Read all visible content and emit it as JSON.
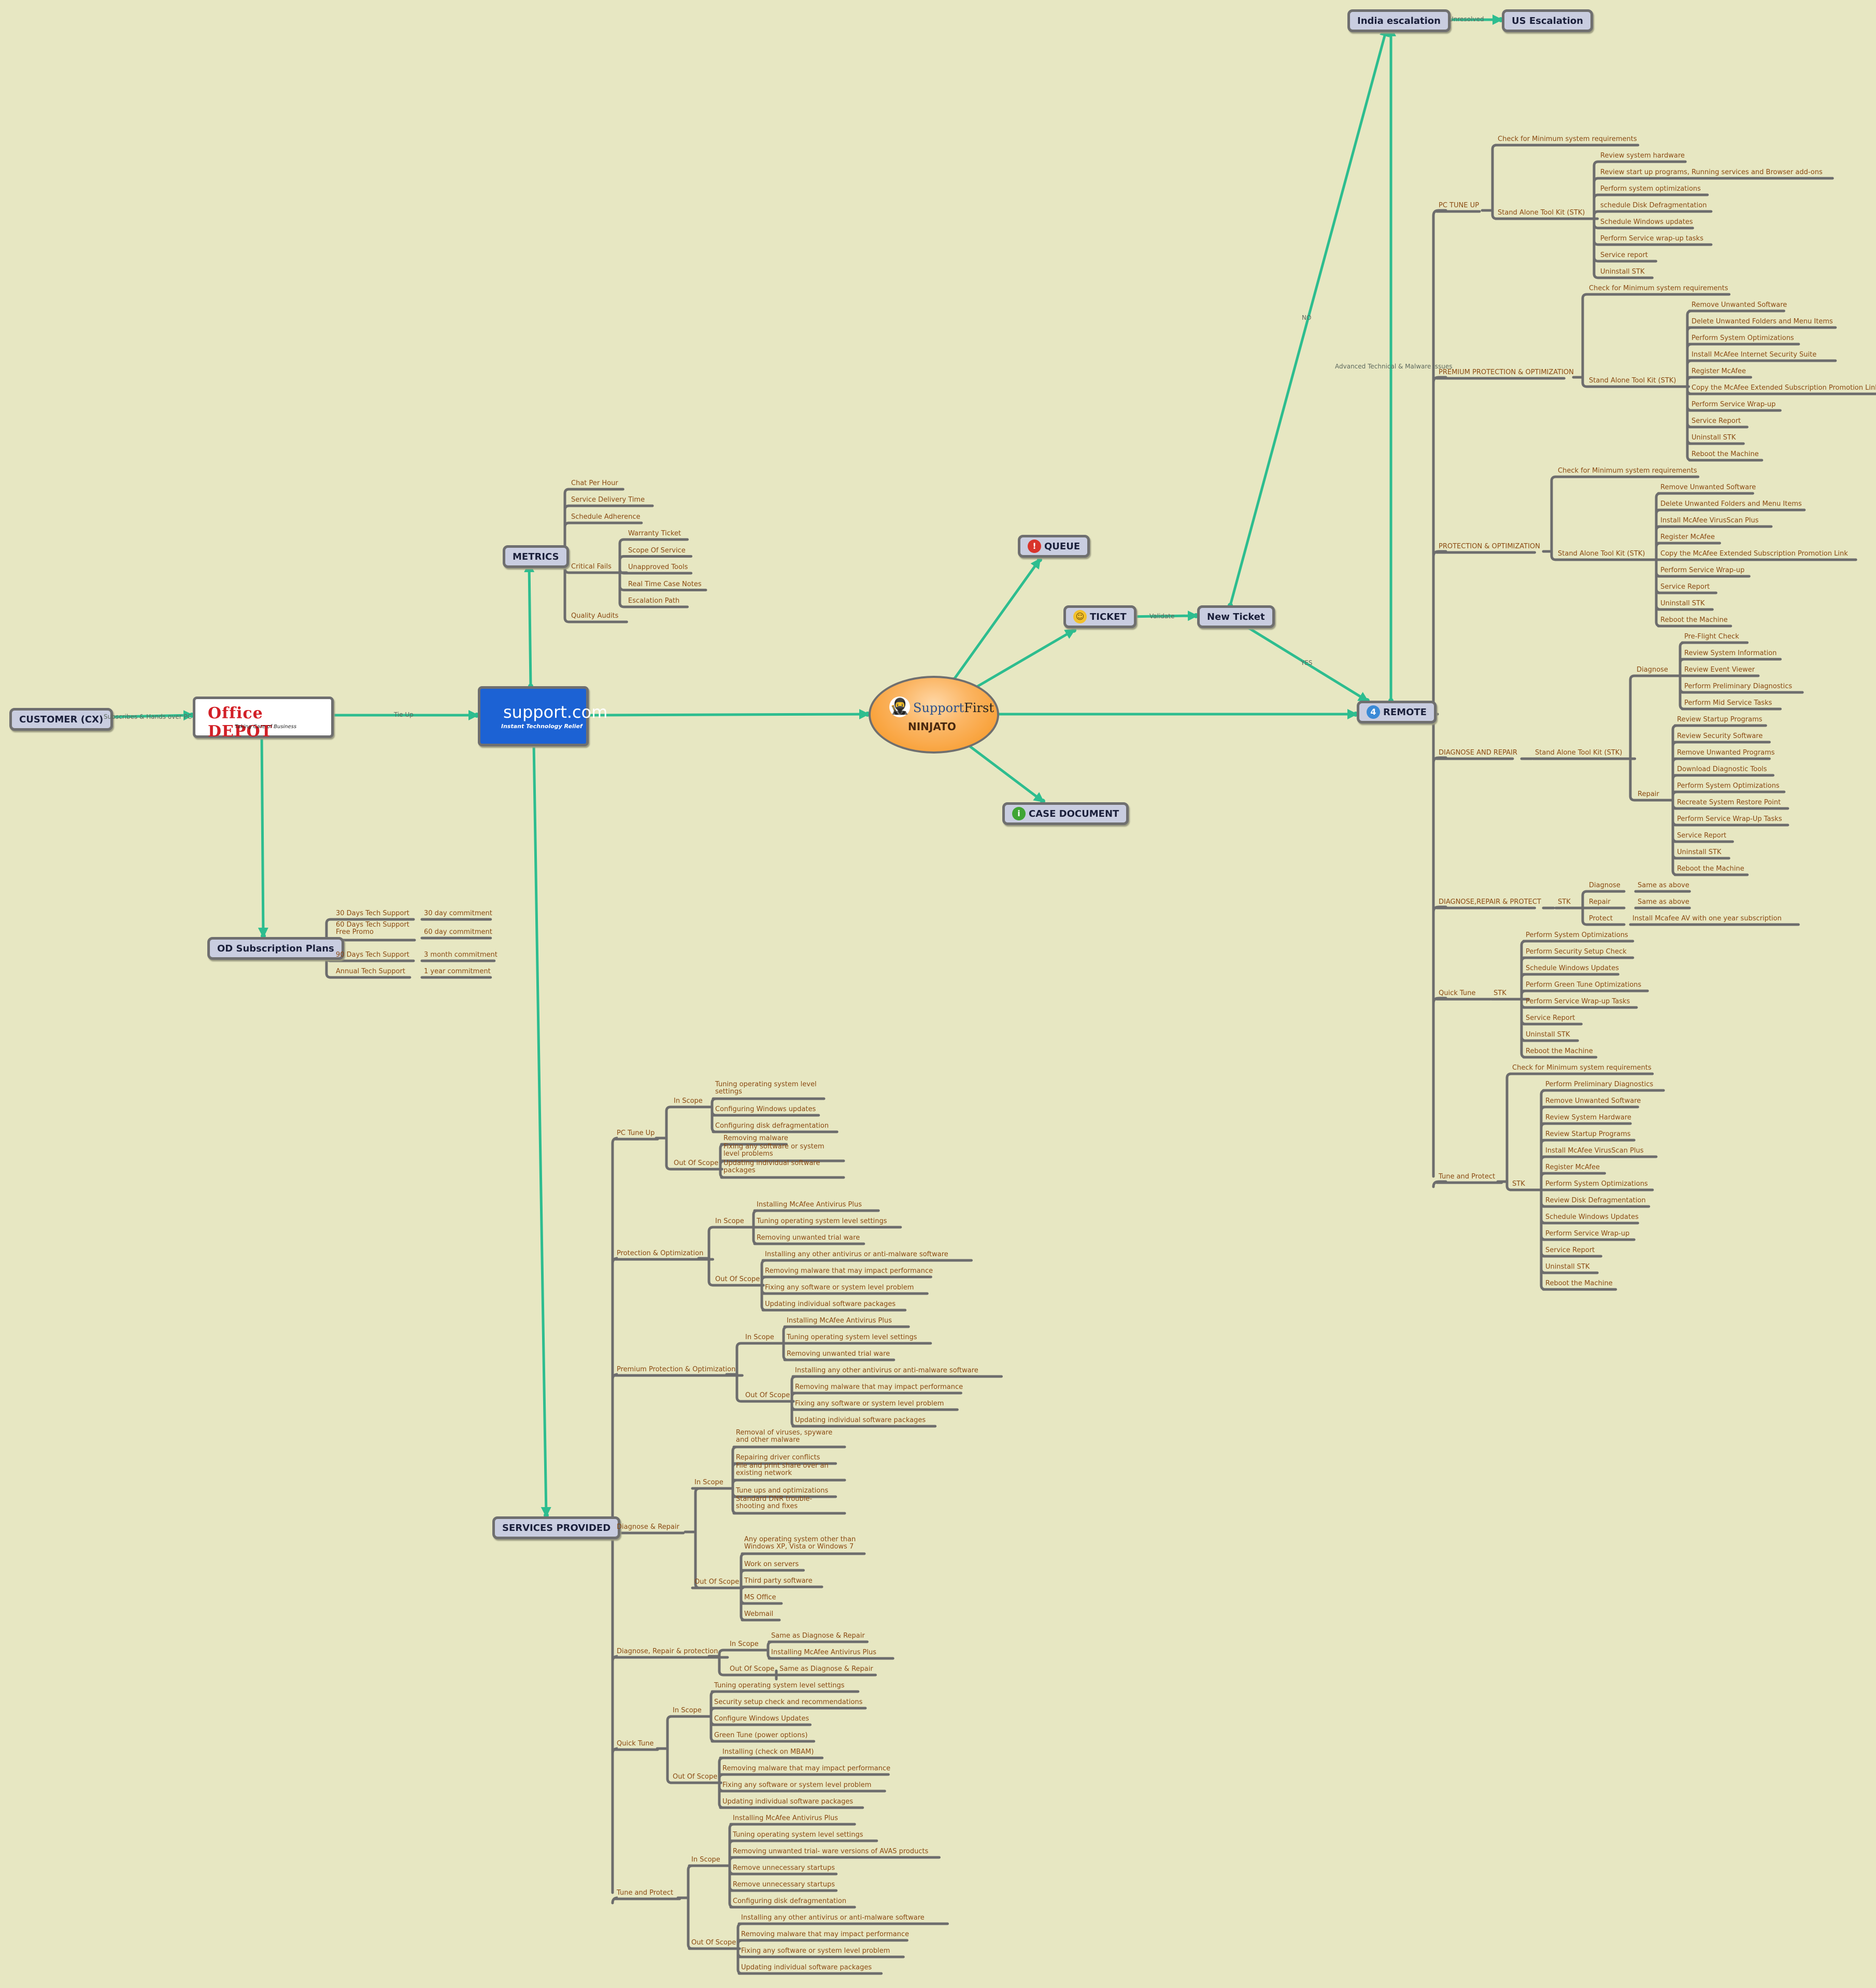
{
  "colors": {
    "edge": "#2dbd8f",
    "branch": "#6d6d6d",
    "leaf_text": "#8a4a12",
    "background": "#e7e7c2"
  },
  "icons": {
    "queue": "red-alert-icon",
    "ticket": "smiley-icon",
    "case_document": "green-info-icon",
    "remote": "blue-number-4-icon",
    "ninjato": "ninja-logo-icon"
  },
  "center": {
    "brand_a": "Support",
    "brand_b": "First",
    "sub": "NINJATO"
  },
  "nodes": {
    "customer": "CUSTOMER (CX)",
    "office_depot": "Office DEPOT",
    "office_depot_tagline": "Taking Care of Business",
    "support_com": "support.com",
    "support_com_tagline": "Instant Technology Relief",
    "metrics": "METRICS",
    "services": "SERVICES PROVIDED",
    "od_plans": "OD Subscription Plans",
    "queue": "QUEUE",
    "ticket": "TICKET",
    "case_document": "CASE DOCUMENT",
    "new_ticket": "New Ticket",
    "remote": "REMOTE",
    "india": "India escalation",
    "us": "US Escalation"
  },
  "edge_labels": {
    "subscribes": "Subscribes & Hands over PC",
    "tie_up": "Tie Up",
    "validate": "Validate",
    "yes": "YES",
    "no": "NO",
    "advanced": "Advanced Technical & Malware Issues",
    "unresolved": "Unresolved"
  },
  "metrics": {
    "items": [
      "Chat Per Hour",
      "Service Delivery Time",
      "Schedule Adherence",
      "Critical Fails",
      "Quality Audits"
    ],
    "critical_fails": [
      "Warranty Ticket",
      "Scope Of Service",
      "Unapproved Tools",
      "Real Time Case Notes",
      "Escalation Path"
    ]
  },
  "od_plans": [
    {
      "plan": "30 Days Tech Support",
      "term": "30 day commitment"
    },
    {
      "plan": "60 Days Tech Support Free Promo",
      "term": "60 day commitment"
    },
    {
      "plan": "90 Days Tech Support",
      "term": "3 month commitment"
    },
    {
      "plan": "Annual Tech Support",
      "term": "1 year commitment"
    }
  ],
  "remote": {
    "pc_tune_up": {
      "label": "PC TUNE UP",
      "check": "Check for Minimum system requirements",
      "stk": "Stand Alone Tool Kit (STK)",
      "stk_items": [
        "Review system hardware",
        "Review start up programs, Running services and Browser add-ons",
        "Perform system optimizations",
        "schedule Disk Defragmentation",
        "Schedule Windows updates",
        "Perform Service wrap-up tasks",
        "Service report",
        "Uninstall STK"
      ]
    },
    "premium": {
      "label": "PREMIUM PROTECTION & OPTIMIZATION",
      "check": "Check for Minimum system requirements",
      "stk": "Stand Alone Tool Kit (STK)",
      "stk_items": [
        "Remove Unwanted Software",
        "Delete Unwanted Folders and Menu Items",
        "Perform System Optimizations",
        "Install McAfee Internet Security Suite",
        "Register McAfee",
        "Copy the McAfee Extended Subscription Promotion Link",
        "Perform Service Wrap-up",
        "Service Report",
        "Uninstall STK",
        "Reboot the Machine"
      ]
    },
    "protection": {
      "label": "PROTECTION & OPTIMIZATION",
      "check": "Check for Minimum system requirements",
      "stk": "Stand Alone Tool Kit (STK)",
      "stk_items": [
        "Remove Unwanted Software",
        "Delete Unwanted Folders and Menu Items",
        "Install McAfee VirusScan Plus",
        "Register McAfee",
        "Copy the McAfee Extended Subscription Promotion Link",
        "Perform Service Wrap-up",
        "Service Report",
        "Uninstall STK",
        "Reboot the Machine"
      ]
    },
    "diagnose_repair": {
      "label": "DIAGNOSE AND REPAIR",
      "stk": "Stand Alone Tool Kit (STK)",
      "diagnose": "Diagnose",
      "repair": "Repair",
      "diagnose_items": [
        "Pre-Flight Check",
        "Review System Information",
        "Review Event Viewer",
        "Perform Preliminary Diagnostics",
        "Perform Mid Service Tasks"
      ],
      "repair_items": [
        "Review Startup Programs",
        "Review Security Software",
        "Remove Unwanted Programs",
        "Download Diagnostic Tools",
        "Perform System Optimizations",
        "Recreate System Restore Point",
        "Perform Service Wrap-Up Tasks",
        "Service Report",
        "Uninstall STK",
        "Reboot the Machine"
      ]
    },
    "drp": {
      "label": "DIAGNOSE,REPAIR & PROTECT",
      "stk": "STK",
      "items": [
        {
          "k": "Diagnose",
          "v": "Same as above"
        },
        {
          "k": "Repair",
          "v": "Same as above"
        },
        {
          "k": "Protect",
          "v": "Install Mcafee AV with one year subscription"
        }
      ]
    },
    "quick_tune": {
      "label": "Quick Tune",
      "stk": "STK",
      "items": [
        "Perform System Optimizations",
        "Perform Security Setup Check",
        "Schedule Windows Updates",
        "Perform Green Tune Optimizations",
        "Perform Service Wrap-up Tasks",
        "Service Report",
        "Uninstall STK",
        "Reboot the Machine"
      ]
    },
    "tune_protect": {
      "label": "Tune and Protect",
      "check": "Check for Minimum system requirements",
      "stk": "STK",
      "items": [
        "Perform Preliminary Diagnostics",
        "Remove Unwanted Software",
        "Review System Hardware",
        "Review Startup Programs",
        "Install McAfee VirusScan Plus",
        "Register McAfee",
        "Perform System Optimizations",
        "Review Disk Defragmentation",
        "Schedule Windows Updates",
        "Perform Service Wrap-up",
        "Service Report",
        "Uninstall STK",
        "Reboot the Machine"
      ]
    }
  },
  "services": {
    "in_scope": "In Scope",
    "out_scope": "Out Of Scope",
    "pc_tune_up": {
      "label": "PC Tune Up",
      "in": [
        "Tuning operating system level settings",
        "Configuring Windows updates",
        "Configuring disk defragmentation"
      ],
      "out": [
        "Removing malware",
        "Fixing any software or system level problems",
        "Updating individual software packages"
      ]
    },
    "protection": {
      "label": "Protection & Optimization",
      "in": [
        "Installing McAfee Antivirus Plus",
        "Tuning operating system level settings",
        "Removing unwanted trial ware"
      ],
      "out": [
        "Installing any other antivirus or anti-malware software",
        "Removing malware that may impact performance",
        "Fixing any software or system level problem",
        "Updating individual software packages"
      ]
    },
    "premium": {
      "label": "Premium Protection & Optimization",
      "in": [
        "Installing McAfee Antivirus Plus",
        "Tuning operating system level settings",
        "Removing unwanted trial ware"
      ],
      "out": [
        "Installing any other antivirus or anti-malware software",
        "Removing malware that may impact performance",
        "Fixing any software or system level problem",
        "Updating individual software packages"
      ]
    },
    "diag_repair": {
      "label": "Diagnose & Repair",
      "in": [
        "Removal of viruses, spyware and other malware",
        "Repairing driver conflicts",
        "File and print share over an existing network",
        "Tune ups and optimizations",
        "Standard DNR trouble-shooting and fixes"
      ],
      "out": [
        "Any operating system other than Windows XP, Vista or Windows 7",
        "Work on servers",
        "Third party software",
        "MS Office",
        "Webmail"
      ]
    },
    "diag_repair_protect": {
      "label": "Diagnose, Repair & protection",
      "in": [
        "Same as Diagnose & Repair",
        "Installing McAfee Antivirus Plus"
      ],
      "out": [
        "Same as Diagnose & Repair"
      ]
    },
    "quick_tune": {
      "label": "Quick Tune",
      "in": [
        "Tuning operating system level settings",
        "Security setup check and recommendations",
        "Configure Windows Updates",
        "Green Tune (power options)"
      ],
      "out": [
        "Installing (check on MBAM)",
        "Removing malware that may impact performance",
        "Fixing any software or system level problem",
        "Updating individual software packages"
      ]
    },
    "tune_protect": {
      "label": "Tune and Protect",
      "in": [
        "Installing McAfee Antivirus Plus",
        "Tuning operating system level settings",
        "Removing unwanted trial- ware versions of AVAS products",
        "Remove unnecessary startups",
        "Remove unnecessary startups",
        "Configuring disk defragmentation"
      ],
      "out": [
        "Installing any other antivirus or anti-malware software",
        "Removing malware that may impact performance",
        "Fixing any software or system level problem",
        "Updating individual software packages"
      ]
    }
  }
}
